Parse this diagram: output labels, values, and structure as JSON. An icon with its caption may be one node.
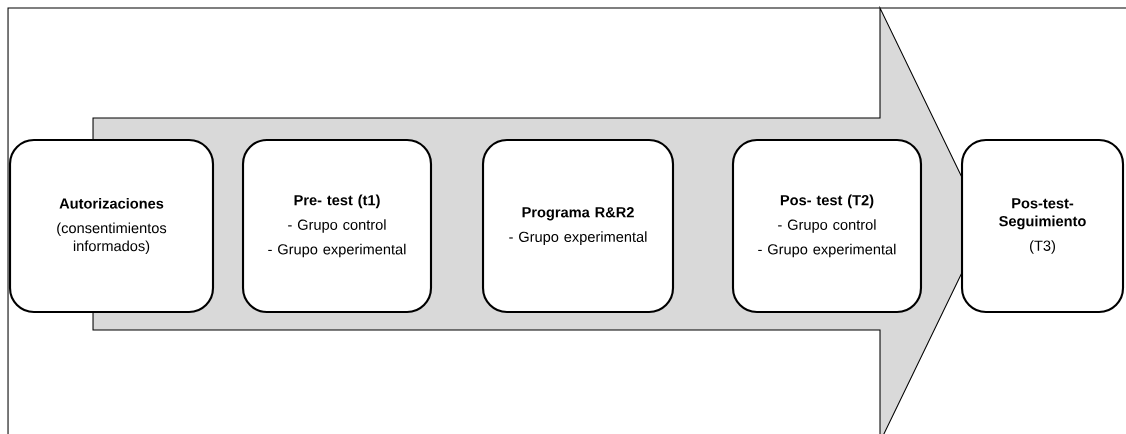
{
  "diagram": {
    "nodes": [
      {
        "text": [
          "Autorizaciones",
          "(consentimientos informados)"
        ]
      },
      {
        "text": [
          "Pre- test (t1)",
          "- Grupo control",
          "- Grupo experimental"
        ]
      },
      {
        "text": [
          "Programa R&R2",
          "- Grupo experimental"
        ]
      },
      {
        "text": [
          "Pos- test (T2)",
          "- Grupo control",
          "- Grupo experimental"
        ]
      },
      {
        "text": [
          "Pos-test-Seguimiento",
          "(T3)"
        ]
      }
    ]
  }
}
